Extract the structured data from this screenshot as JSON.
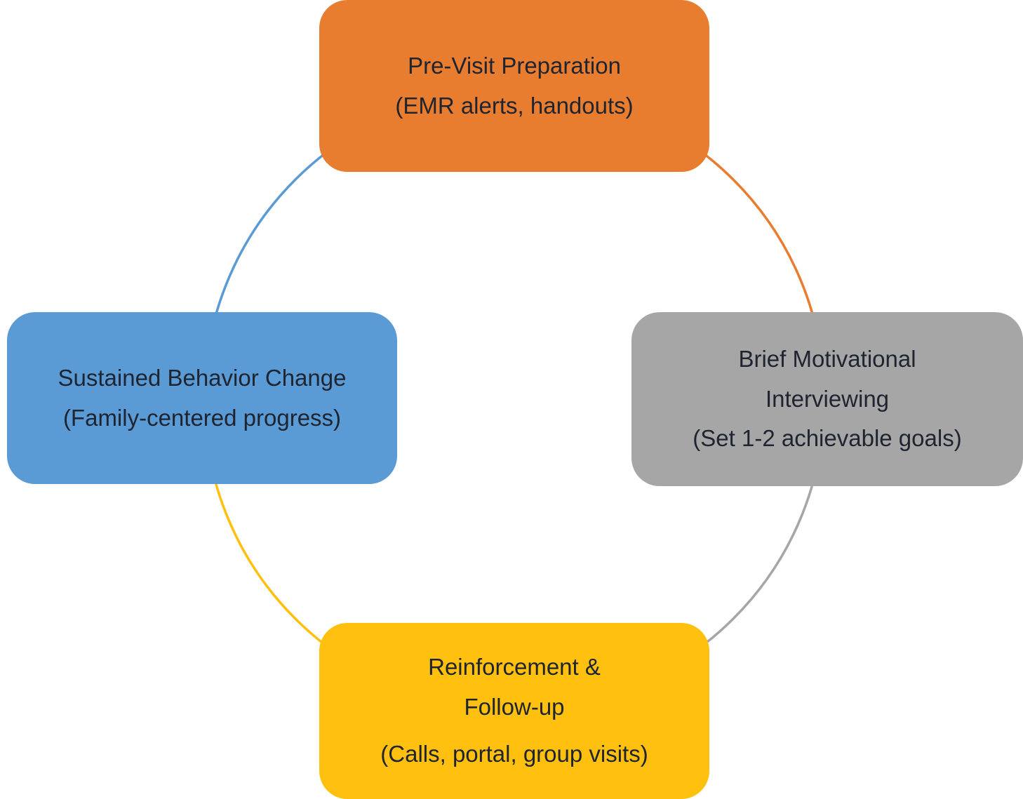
{
  "diagram": {
    "type": "cycle",
    "nodes": {
      "pre_visit": {
        "label": "Pre-Visit Preparation",
        "detail": "(EMR alerts, handouts)",
        "color": "#E97D2F"
      },
      "motivational": {
        "line1": "Brief Motivational",
        "line2": "Interviewing",
        "detail": "(Set 1-2 achievable goals)",
        "color": "#A6A6A6"
      },
      "reinforcement": {
        "line1": "Reinforcement &",
        "line2": "Follow-up",
        "detail": "(Calls, portal, group visits)",
        "color": "#FFC010"
      },
      "sustained": {
        "label": "Sustained Behavior Change",
        "detail": "(Family-centered progress)",
        "color": "#5B9BD5"
      }
    },
    "arcs": {
      "blue": "#5B9BD5",
      "orange": "#E97D2F",
      "gray": "#A6A6A6",
      "yellow": "#FFC010"
    }
  }
}
